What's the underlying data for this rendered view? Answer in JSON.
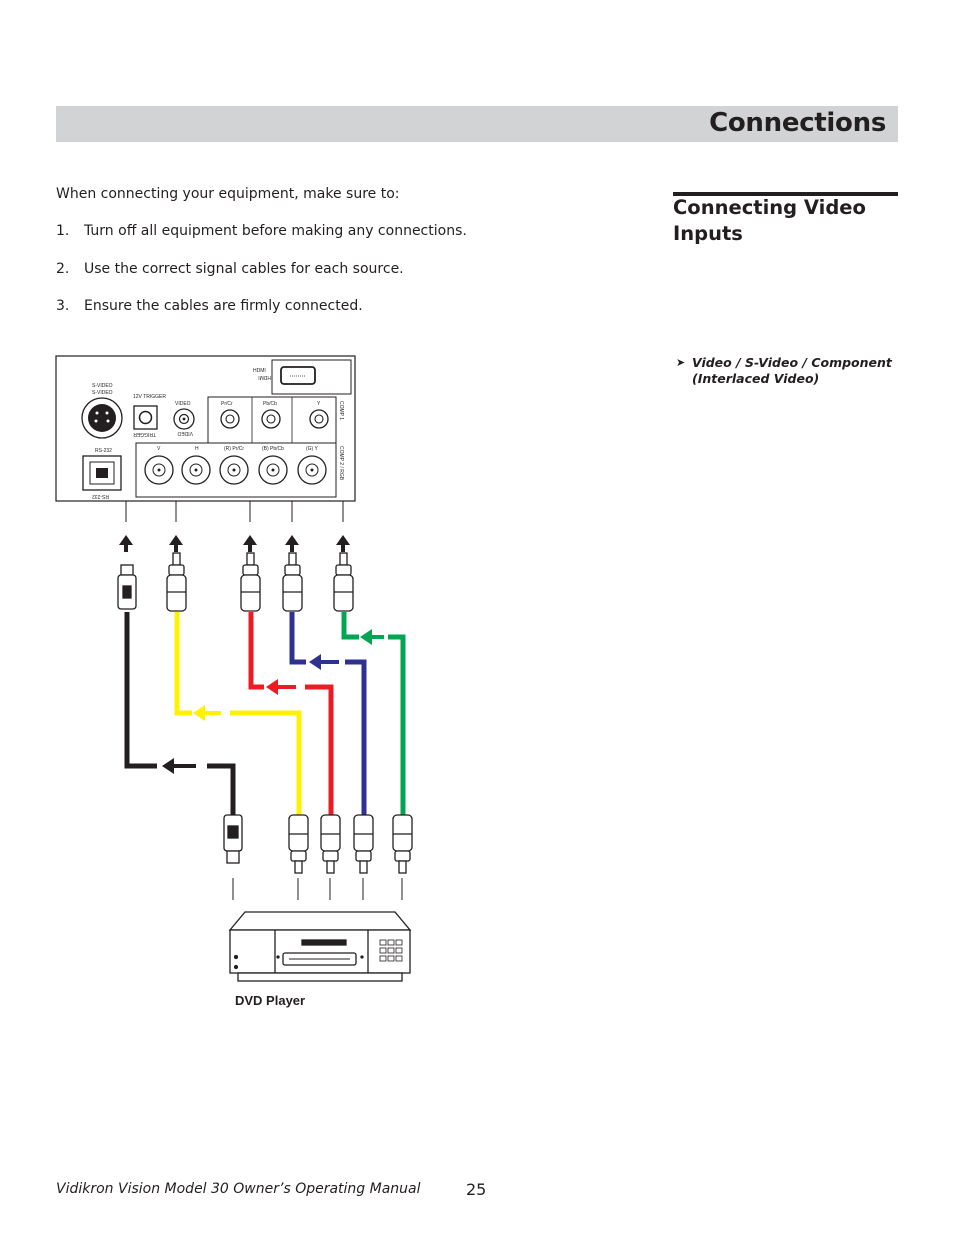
{
  "header": {
    "title": "Connections"
  },
  "intro": "When connecting your equipment, make sure to:",
  "steps": [
    {
      "num": "1.",
      "text": "Turn off all equipment before making any connections."
    },
    {
      "num": "2.",
      "text": "Use the correct signal cables for each source."
    },
    {
      "num": "3.",
      "text": "Ensure the cables are firmly connected."
    }
  ],
  "sidebar": {
    "heading": "Connecting Video Inputs",
    "caption_arrow": "➤",
    "caption_line1": "Video / S-Video / Component",
    "caption_line2": "(Interlaced Video)"
  },
  "diagram": {
    "panel_labels": {
      "hdmi": "HDMI",
      "hdmi_mirror": "HDMI",
      "svideo": "S-VIDEO",
      "svideo_mirror": "S-VIDEO",
      "trigger": "12V TRIGGER",
      "trigger_mirror": "TRIGGER",
      "video": "VIDEO",
      "video_mirror": "VIDEO",
      "pr": "Pr/Cr",
      "pb": "Pb/Cb",
      "y": "Y",
      "comp1": "COMP 1",
      "v": "V",
      "h": "H",
      "r": "(R) Pr/Cr",
      "b": "(B) Pb/Cb",
      "g": "(G) Y",
      "comp2": "COMP 2 / RGB",
      "rs232": "RS-232",
      "rs232_mirror": "RS-232"
    },
    "cable_colors": {
      "svideo": "#231f20",
      "video": "#fff200",
      "pr": "#ed1c24",
      "pb": "#2e3192",
      "y": "#00a651"
    },
    "dvd_label": "DVD Player"
  },
  "footer": {
    "manual": "Vidikron Vision Model 30 Owner’s Operating Manual",
    "page": "25"
  }
}
